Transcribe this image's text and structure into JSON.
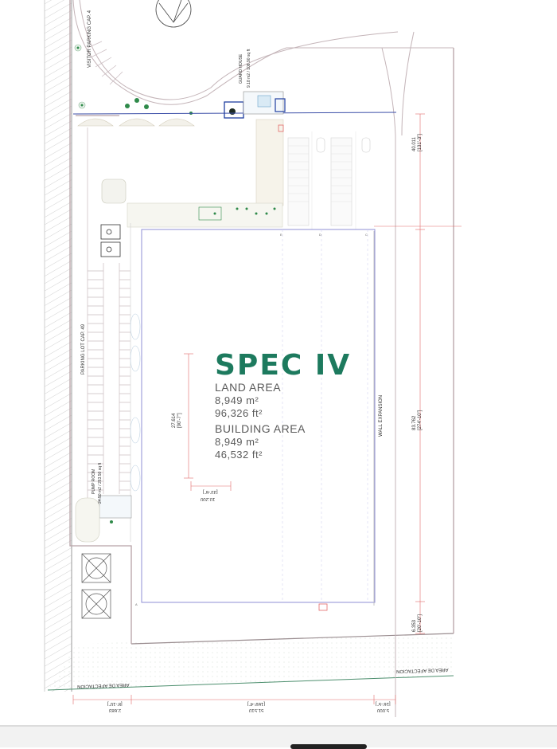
{
  "spec": {
    "title": "SPEC IV",
    "land_area_label": "LAND AREA",
    "land_area_m2": "8,949 m²",
    "land_area_ft2": "96,326 ft²",
    "building_area_label": "BUILDING AREA",
    "building_area_m2": "8,949 m²",
    "building_area_ft2": "46,532 ft²"
  },
  "labels": {
    "visitor_parking": "VISITOR PARKING CAP. 4",
    "guard_house": "GUARD HOUSE",
    "guard_house_area": "9.18 m2 / 108.90 sq ft",
    "parking_lot": "PARKING LOT CAP. 49",
    "pump_room": "PUMP ROOM",
    "pump_room_area": "24.50 m2 / 263.50 sq ft",
    "wall_expansion": "WALL EXPANSION",
    "afectacion_left": "AREA DE AFECTACION",
    "afectacion_right": "AREA DE AFECTACION"
  },
  "dimensions": {
    "d_right_top": "40.011",
    "d_right_top_ft": "[131'-3\"]",
    "d_right_mid": "83.762",
    "d_right_mid_ft": "[274'-10\"]",
    "d_right_bot": "6.353",
    "d_right_bot_ft": "[20'-10\"]",
    "d_inner_v": "27.614",
    "d_inner_v_ft": "[90'-7\"]",
    "d_inner_h": "10.200",
    "d_inner_h_ft": "[33'-6\"]",
    "d_bot_left": "2.683",
    "d_bot_left_ft": "[8'-10\"]",
    "d_bot_mid": "51.510",
    "d_bot_mid_ft": "[169'-4\"]",
    "d_bot_right": "5.000",
    "d_bot_right_ft": "[16'-5\"]"
  },
  "grid_labels": [
    "E",
    "D",
    "C",
    "A"
  ],
  "colors": {
    "accent": "#1d7a5e",
    "wall": "#b7a2a6",
    "column_grid": "#8f8fd6",
    "dimension": "#e36a6a",
    "landscape": "#2f8a4a"
  }
}
